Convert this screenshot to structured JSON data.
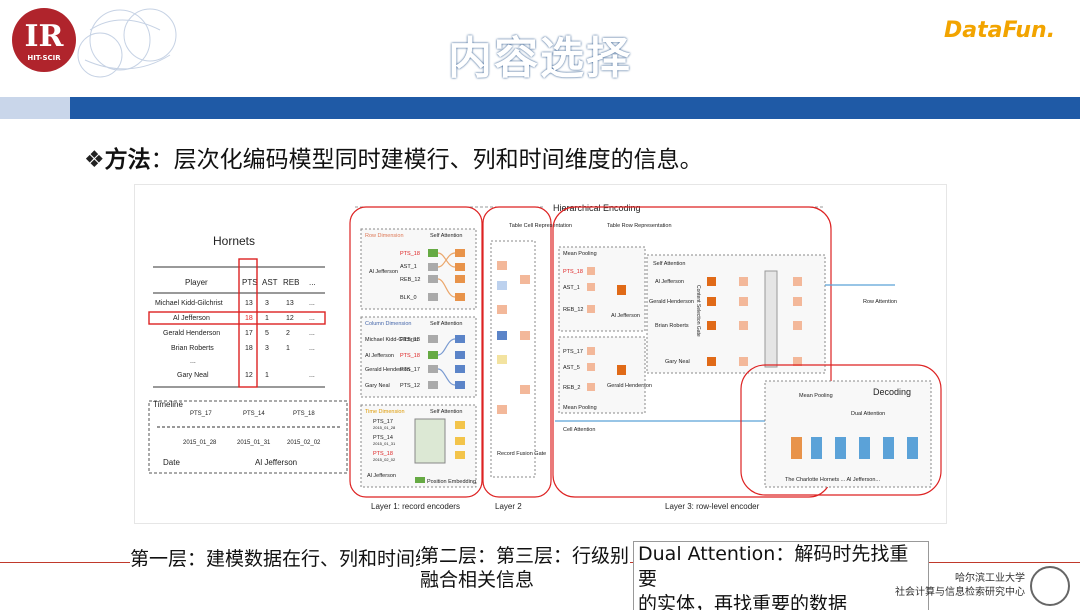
{
  "header": {
    "title": "内容选择",
    "logo_left": "IR",
    "logo_left_sub": "HIT-SCIR",
    "logo_right": "DataFun.",
    "brand_color": "#1f5aa6"
  },
  "method": {
    "bullet": "❖",
    "label": "方法",
    "text": "：层次化编码模型同时建模行、列和时间维度的信息。"
  },
  "figure": {
    "top_label": "Hierarchical Encoding",
    "team": "Hornets",
    "table": {
      "headers": [
        "Player",
        "PTS",
        "AST",
        "REB",
        "..."
      ],
      "rows": [
        [
          "Michael Kidd-Gilchrist",
          "13",
          "3",
          "13",
          "..."
        ],
        [
          "Al Jefferson",
          "18",
          "1",
          "12",
          "..."
        ],
        [
          "Gerald Henderson",
          "17",
          "5",
          "2",
          "..."
        ],
        [
          "Brian Roberts",
          "18",
          "3",
          "1",
          "..."
        ],
        [
          "...",
          "",
          "",
          "",
          ""
        ],
        [
          "Gary Neal",
          "12",
          "1",
          "",
          "..."
        ]
      ]
    },
    "timeline": {
      "label": "Timeline",
      "points": [
        "PTS_17",
        "PTS_14",
        "PTS_18"
      ],
      "dates": [
        "2015_01_28",
        "2015_01_31",
        "2015_02_02"
      ],
      "date_label": "Date",
      "entity": "Al Jefferson"
    },
    "layer1": {
      "row_dim": "Row Dimension",
      "col_dim": "Column Dimension",
      "time_dim": "Time Dimension",
      "self_attention": "Self Attention",
      "row_items": [
        "PTS_18",
        "AST_1",
        "REB_12",
        "BLK_0"
      ],
      "row_entity": "Al Jefferson",
      "col_players": [
        "Michael Kidd-Gilchrist",
        "Al Jefferson",
        "Gerald Henderson",
        "Gary Neal"
      ],
      "col_items": [
        "PTS_13",
        "PTS_18",
        "PTS_17",
        "PTS_12"
      ],
      "time_items": [
        "PTS_17",
        "PTS_14",
        "PTS_18"
      ],
      "time_dates": [
        "2015_01_28",
        "2015_01_31",
        "2015_02_02"
      ],
      "pos_embedding": "Position Embedding",
      "label": "Layer 1: record encoders"
    },
    "layer2": {
      "top": "Table Cell Representation",
      "gate": "Record Fusion Gate",
      "label": "Layer 2"
    },
    "layer3": {
      "top": "Table Row Representation",
      "mean_pooling": "Mean Pooling",
      "row1_items": [
        "PTS_18",
        "AST_1",
        "REB_12"
      ],
      "row1_entity": "Al Jefferson",
      "row2_items": [
        "PTS_17",
        "AST_5",
        "REB_2"
      ],
      "row2_entity": "Gerald Henderson",
      "self_attention": "Self Attention",
      "players": [
        "Al Jefferson",
        "Gerald Henderson",
        "Brian Roberts",
        "Gary Neal"
      ],
      "gate": "Content Selection Gate",
      "cell_attention": "Cell Attention",
      "row_attention": "Row Attention",
      "label": "Layer 3: row-level encoder"
    },
    "decoding": {
      "label": "Decoding",
      "mean_pooling": "Mean Pooling",
      "dual_attention": "Dual Attention",
      "output": "The Charlotte Hornets ... Al Jefferson..."
    }
  },
  "captions": {
    "c1": "第一层：建模数据在行、列和时间维度",
    "c2a": "第二层：",
    "c2b": "第三层：行级别",
    "c2c": "融合相关信息",
    "c3a": "Dual Attention：解码时先找重要",
    "c3b": "的实体，再找重要的数据"
  },
  "footer": {
    "uni1": "哈尔滨工业大学",
    "uni2": "社会计算与信息检索研究中心"
  }
}
